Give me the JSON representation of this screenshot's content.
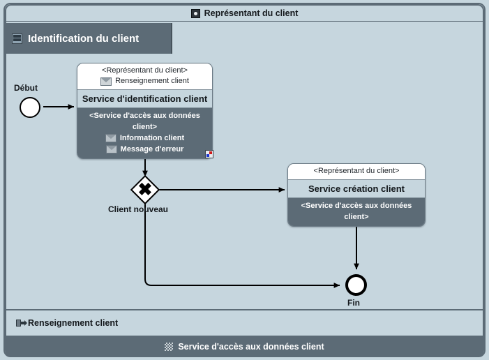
{
  "diagram": {
    "title": "Représentant du client",
    "title_icon": "gear-icon",
    "lane": {
      "label": "Identification du client",
      "icon": "lane-icon"
    },
    "message_bar": {
      "label": "Renseignement client",
      "icon": "message-out-icon"
    },
    "bottom_participant": {
      "label": "Service d'accès aux données client",
      "icon": "mesh-icon"
    },
    "events": [
      {
        "name": "start-event",
        "label": "Début"
      },
      {
        "name": "end-event",
        "label": "Fin"
      }
    ],
    "gateway": {
      "label": "Client nouveau",
      "symbol": "✖"
    },
    "tasks": [
      {
        "name": "service-identification-client",
        "input_participant": "<Représentant du client>",
        "input_messages": [
          "Renseignement client"
        ],
        "title": "Service d'identification client",
        "output_participant": "<Service d'accès aux données client>",
        "output_messages": [
          "Information client",
          "Message d'erreur"
        ],
        "marker": "compensation-marker"
      },
      {
        "name": "service-creation-client",
        "input_participant": "<Représentant du client>",
        "input_messages": [],
        "title": "Service création client",
        "output_participant": "<Service d'accès aux données client>",
        "output_messages": []
      }
    ],
    "colors": {
      "canvas": "#c6d6de",
      "dark": "#5c6b76",
      "border": "#5c6b76",
      "task_body": "#5c6b76",
      "task_name": "#c6d6de",
      "text_light": "#ffffff",
      "text_dark": "#14181c",
      "marker_red": "#d01a1a",
      "marker_blue": "#1a35d0"
    }
  }
}
